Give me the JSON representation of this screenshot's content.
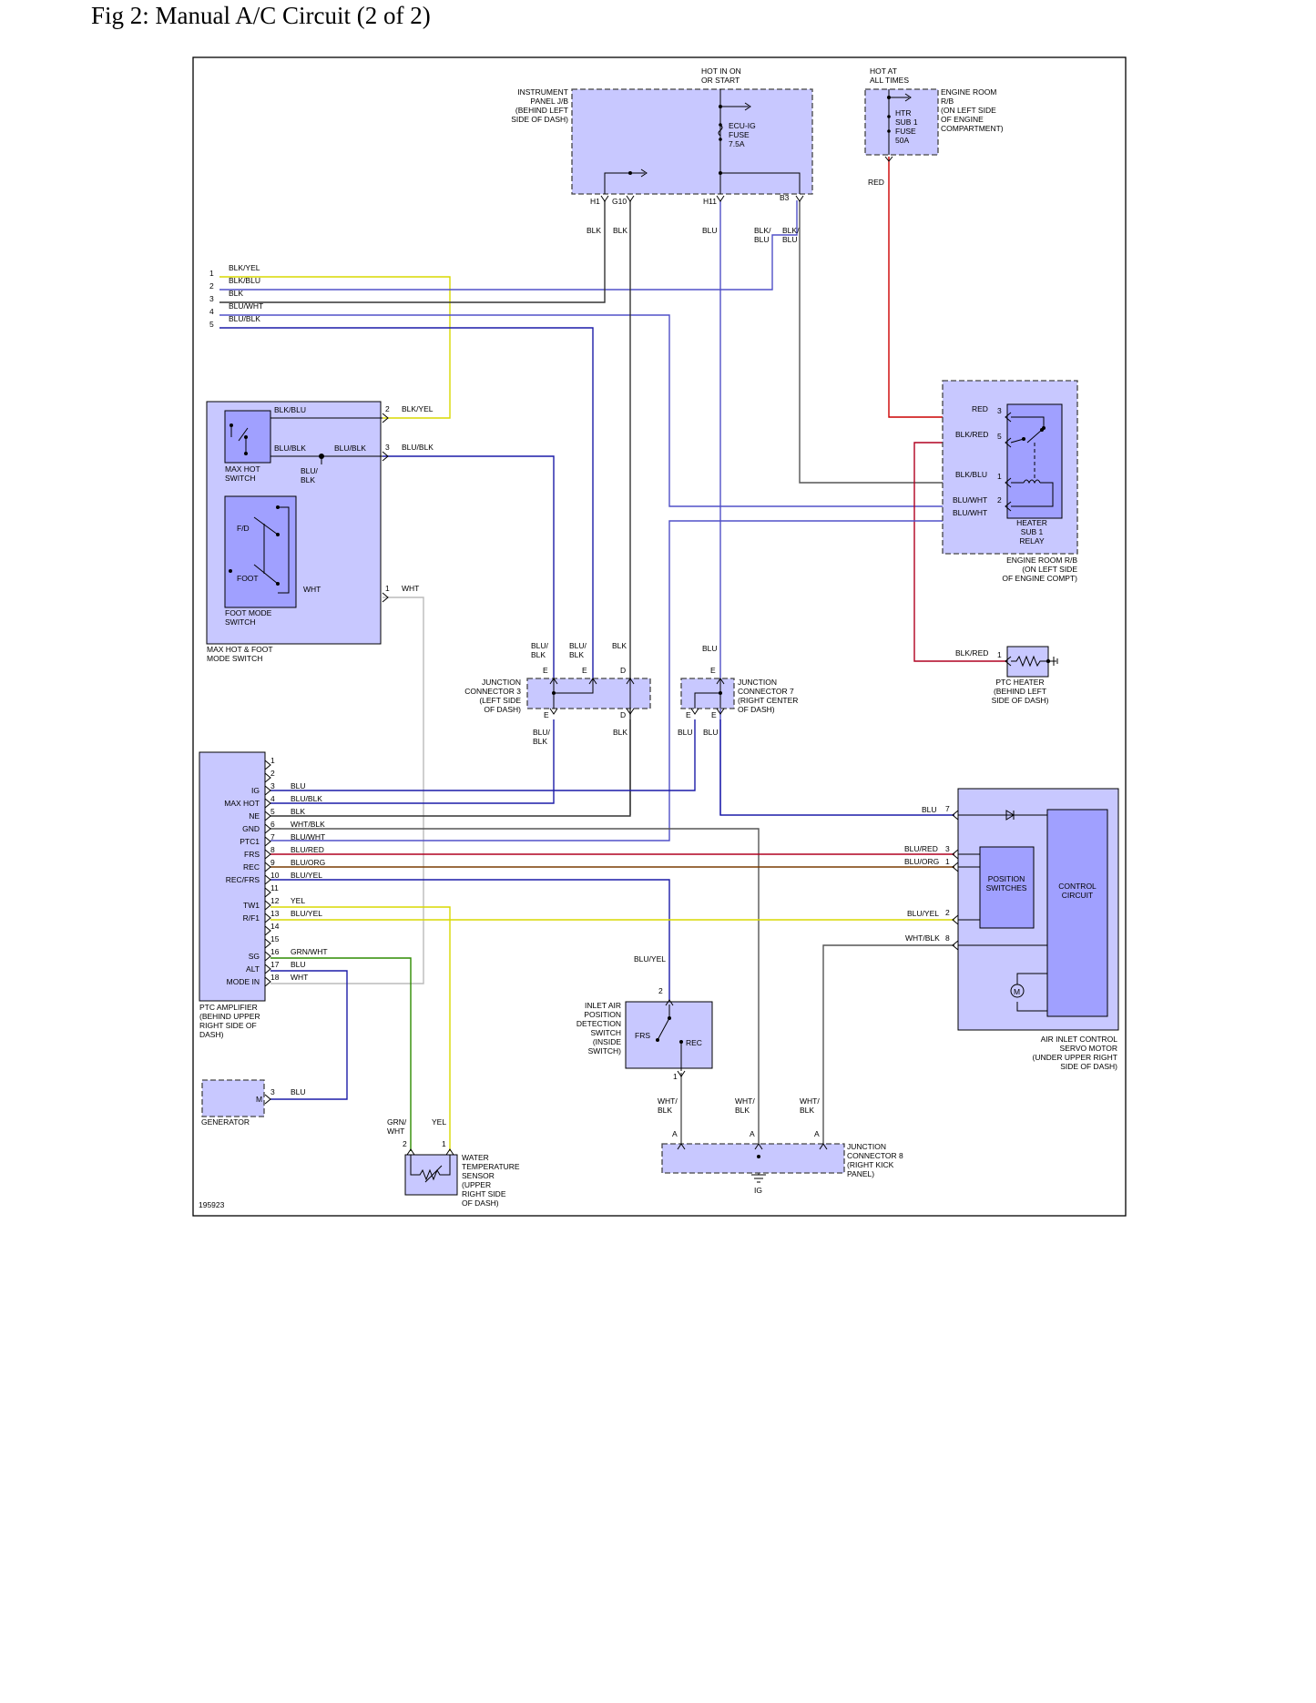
{
  "figure": {
    "title": "Fig 2: Manual A/C Circuit (2 of 2)",
    "code": "195923"
  },
  "power": {
    "hot_on": "HOT IN ON\nOR START",
    "hot_all": "HOT AT\nALL TIMES",
    "ipjb": "INSTRUMENT\nPANEL J/B\n(BEHIND LEFT\nSIDE OF DASH)",
    "ecu_fuse": "ECU-IG\nFUSE\n7.5A",
    "htr_fuse": "HTR\nSUB 1\nFUSE\n50A",
    "er_rb": "ENGINE ROOM\nR/B\n(ON LEFT SIDE\nOF ENGINE\nCOMPARTMENT)",
    "pins": [
      "H1",
      "G10",
      "H11",
      "B3"
    ],
    "wires_down": [
      "BLK",
      "BLK",
      "BLU",
      "BLK/\nBLU",
      "BLK/\nBLU"
    ],
    "red": "RED"
  },
  "connector_left": {
    "pins": [
      "1",
      "2",
      "3",
      "4",
      "5"
    ],
    "wires": [
      "BLK/YEL",
      "BLK/BLU",
      "BLK",
      "BLU/WHT",
      "BLU/BLK"
    ]
  },
  "max_hot_foot": {
    "name": "MAX HOT & FOOT\nMODE SWITCH",
    "max_hot": "MAX HOT\nSWITCH",
    "foot_mode": "FOOT MODE\nSWITCH",
    "fd": "F/D",
    "foot": "FOOT",
    "wires": [
      "BLK/BLU",
      "BLU/BLK",
      "BLU/BLK",
      "BLU/\nBLK",
      "WHT"
    ],
    "pins": [
      "2",
      "3",
      "1"
    ],
    "pin_wires": [
      "BLK/YEL",
      "BLU/BLK",
      "WHT"
    ]
  },
  "relay": {
    "name": "HEATER\nSUB 1\nRELAY",
    "loc": "ENGINE ROOM R/B\n(ON LEFT SIDE\nOF ENGINE COMPT)",
    "pins": [
      "3",
      "5",
      "1",
      "2"
    ],
    "wires": [
      "RED",
      "BLK/RED",
      "BLK/BLU",
      "BLU/WHT",
      "BLU/WHT"
    ]
  },
  "ptc_heater": {
    "name": "PTC HEATER\n(BEHIND LEFT\nSIDE OF DASH)",
    "pin": "1",
    "wire": "BLK/RED"
  },
  "jc3": {
    "name": "JUNCTION\nCONNECTOR 3\n(LEFT SIDE\nOF DASH)",
    "top_wires": [
      "BLU/\nBLK",
      "BLU/\nBLK",
      "BLK"
    ],
    "top_pins": [
      "E",
      "E",
      "D"
    ],
    "bot_pins": [
      "E",
      "D"
    ],
    "bot_wires": [
      "BLU/\nBLK",
      "BLK"
    ]
  },
  "jc7": {
    "name": "JUNCTION\nCONNECTOR 7\n(RIGHT CENTER\nOF DASH)",
    "top_wire": "BLU",
    "top_pin": "E",
    "bot_pins": [
      "E",
      "E"
    ],
    "bot_wires": [
      "BLU",
      "BLU"
    ]
  },
  "ptc_amp": {
    "name": "PTC AMPLIFIER\n(BEHIND UPPER\nRIGHT SIDE OF\nDASH)",
    "pins": [
      "1",
      "2",
      "3",
      "4",
      "5",
      "6",
      "7",
      "8",
      "9",
      "10",
      "11",
      "12",
      "13",
      "14",
      "15",
      "16",
      "17",
      "18"
    ],
    "terms": [
      "",
      "",
      "IG",
      "MAX HOT",
      "NE",
      "GND",
      "PTC1",
      "FRS",
      "REC",
      "REC/FRS",
      "",
      "TW1",
      "R/F1",
      "",
      "",
      "SG",
      "ALT",
      "MODE IN"
    ],
    "wires": [
      "",
      "",
      "BLU",
      "BLU/BLK",
      "BLK",
      "WHT/BLK",
      "BLU/WHT",
      "BLU/RED",
      "BLU/ORG",
      "BLU/YEL",
      "",
      "YEL",
      "BLU/YEL",
      "",
      "",
      "GRN/WHT",
      "BLU",
      "WHT"
    ]
  },
  "servo": {
    "name": "AIR INLET CONTROL\nSERVO MOTOR\n(UNDER UPPER RIGHT\nSIDE OF DASH)",
    "pos": "POSITION\nSWITCHES",
    "ctrl": "CONTROL\nCIRCUIT",
    "motor": "M",
    "pins": [
      "7",
      "3",
      "1",
      "2",
      "8"
    ],
    "wires": [
      "BLU",
      "BLU/RED",
      "BLU/ORG",
      "BLU/YEL",
      "WHT/BLK"
    ]
  },
  "inlet_sw": {
    "name": "INLET AIR\nPOSITION\nDETECTION\nSWITCH\n(INSIDE\nSWITCH)",
    "frs": "FRS",
    "rec": "REC",
    "pins": [
      "2",
      "1"
    ],
    "wire": "BLU/YEL"
  },
  "generator": {
    "name": "GENERATOR",
    "term": "M",
    "pin": "3",
    "wire": "BLU"
  },
  "water_sensor": {
    "name": "WATER\nTEMPERATURE\nSENSOR\n(UPPER\nRIGHT SIDE\nOF DASH)",
    "pins": [
      "2",
      "1"
    ],
    "wires": [
      "GRN/\nWHT",
      "YEL"
    ]
  },
  "jc8": {
    "name": "JUNCTION\nCONNECTOR 8\n(RIGHT KICK\nPANEL)",
    "pins": [
      "A",
      "A",
      "A"
    ],
    "wires": [
      "WHT/\nBLK",
      "WHT/\nBLK",
      "WHT/\nBLK"
    ],
    "ground": "IG"
  },
  "colors": {
    "component_fill": "#c8c8ff",
    "inner_fill": "#a0a0ff",
    "blue_wire": "#1c1ca8",
    "red_wire": "#cc0000",
    "yellow_wire": "#d9d900",
    "green_wire": "#2e8b00"
  }
}
